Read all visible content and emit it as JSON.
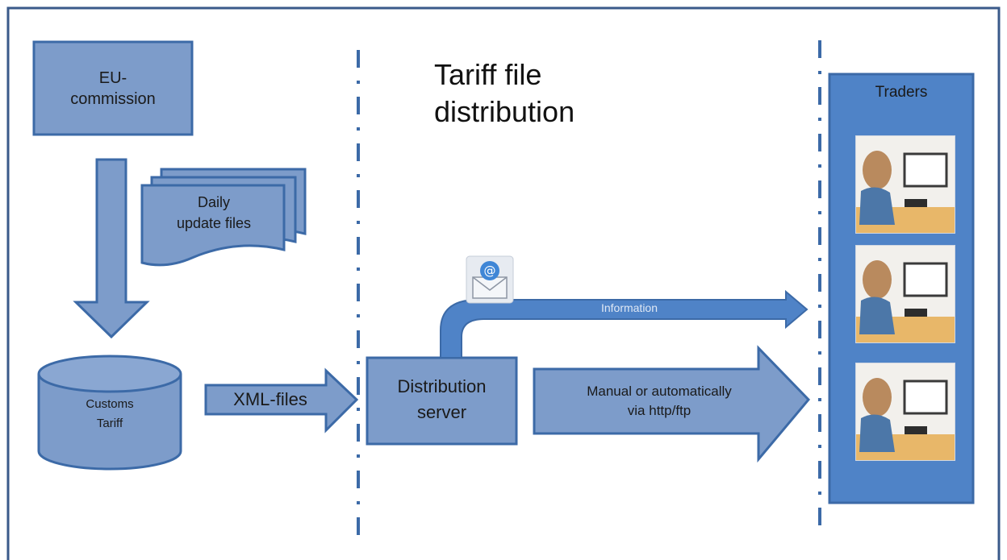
{
  "title": "Tariff file distribution",
  "nodes": {
    "eu_commission": "EU-\ncommission",
    "daily_update_files": "Daily\nupdate files",
    "customs_tariff": "Customs\nTariff",
    "distribution_server": "Distribution\nserver",
    "traders": "Traders"
  },
  "arrows": {
    "xml_files": "XML-files",
    "information": "Information",
    "manual_auto": "Manual or automatically\nvia http/ftp"
  },
  "icons": {
    "email": "email-envelope-icon",
    "trader_photo": "person-at-computer-photo"
  },
  "colors": {
    "box_fill": "#7d9cca",
    "box_stroke": "#3c6aa7",
    "traders_fill": "#4f83c7",
    "divider": "#3c6aa7",
    "frame": "#3a5a8a"
  }
}
